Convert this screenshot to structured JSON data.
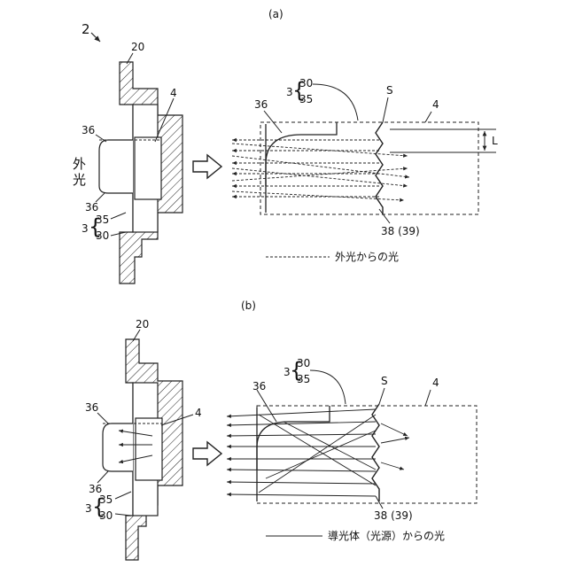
{
  "panels": {
    "a": {
      "label": "(a)",
      "device_number": "2",
      "base_number": "20",
      "part_number": "4",
      "lens_number": "36",
      "lens_number_lower": "36",
      "group_prefix": "3",
      "group_top": "35",
      "group_bottom": "30",
      "external_light_line1": "外",
      "external_light_line2": "光",
      "detail": {
        "lens_number": "36",
        "group_prefix": "3",
        "group_top": "30",
        "group_bottom": "35",
        "surface": "S",
        "part_number": "4",
        "dimension": "L",
        "reference": "38 (39)"
      },
      "legend": "外光からの光"
    },
    "b": {
      "label": "(b)",
      "base_number": "20",
      "part_number": "4",
      "lens_number": "36",
      "lens_number_lower": "36",
      "group_prefix": "3",
      "group_top": "35",
      "group_bottom": "30",
      "detail": {
        "lens_number": "36",
        "group_prefix": "3",
        "group_top": "30",
        "group_bottom": "35",
        "surface": "S",
        "part_number": "4",
        "reference": "38 (39)"
      },
      "legend": "導光体（光源）からの光"
    }
  }
}
